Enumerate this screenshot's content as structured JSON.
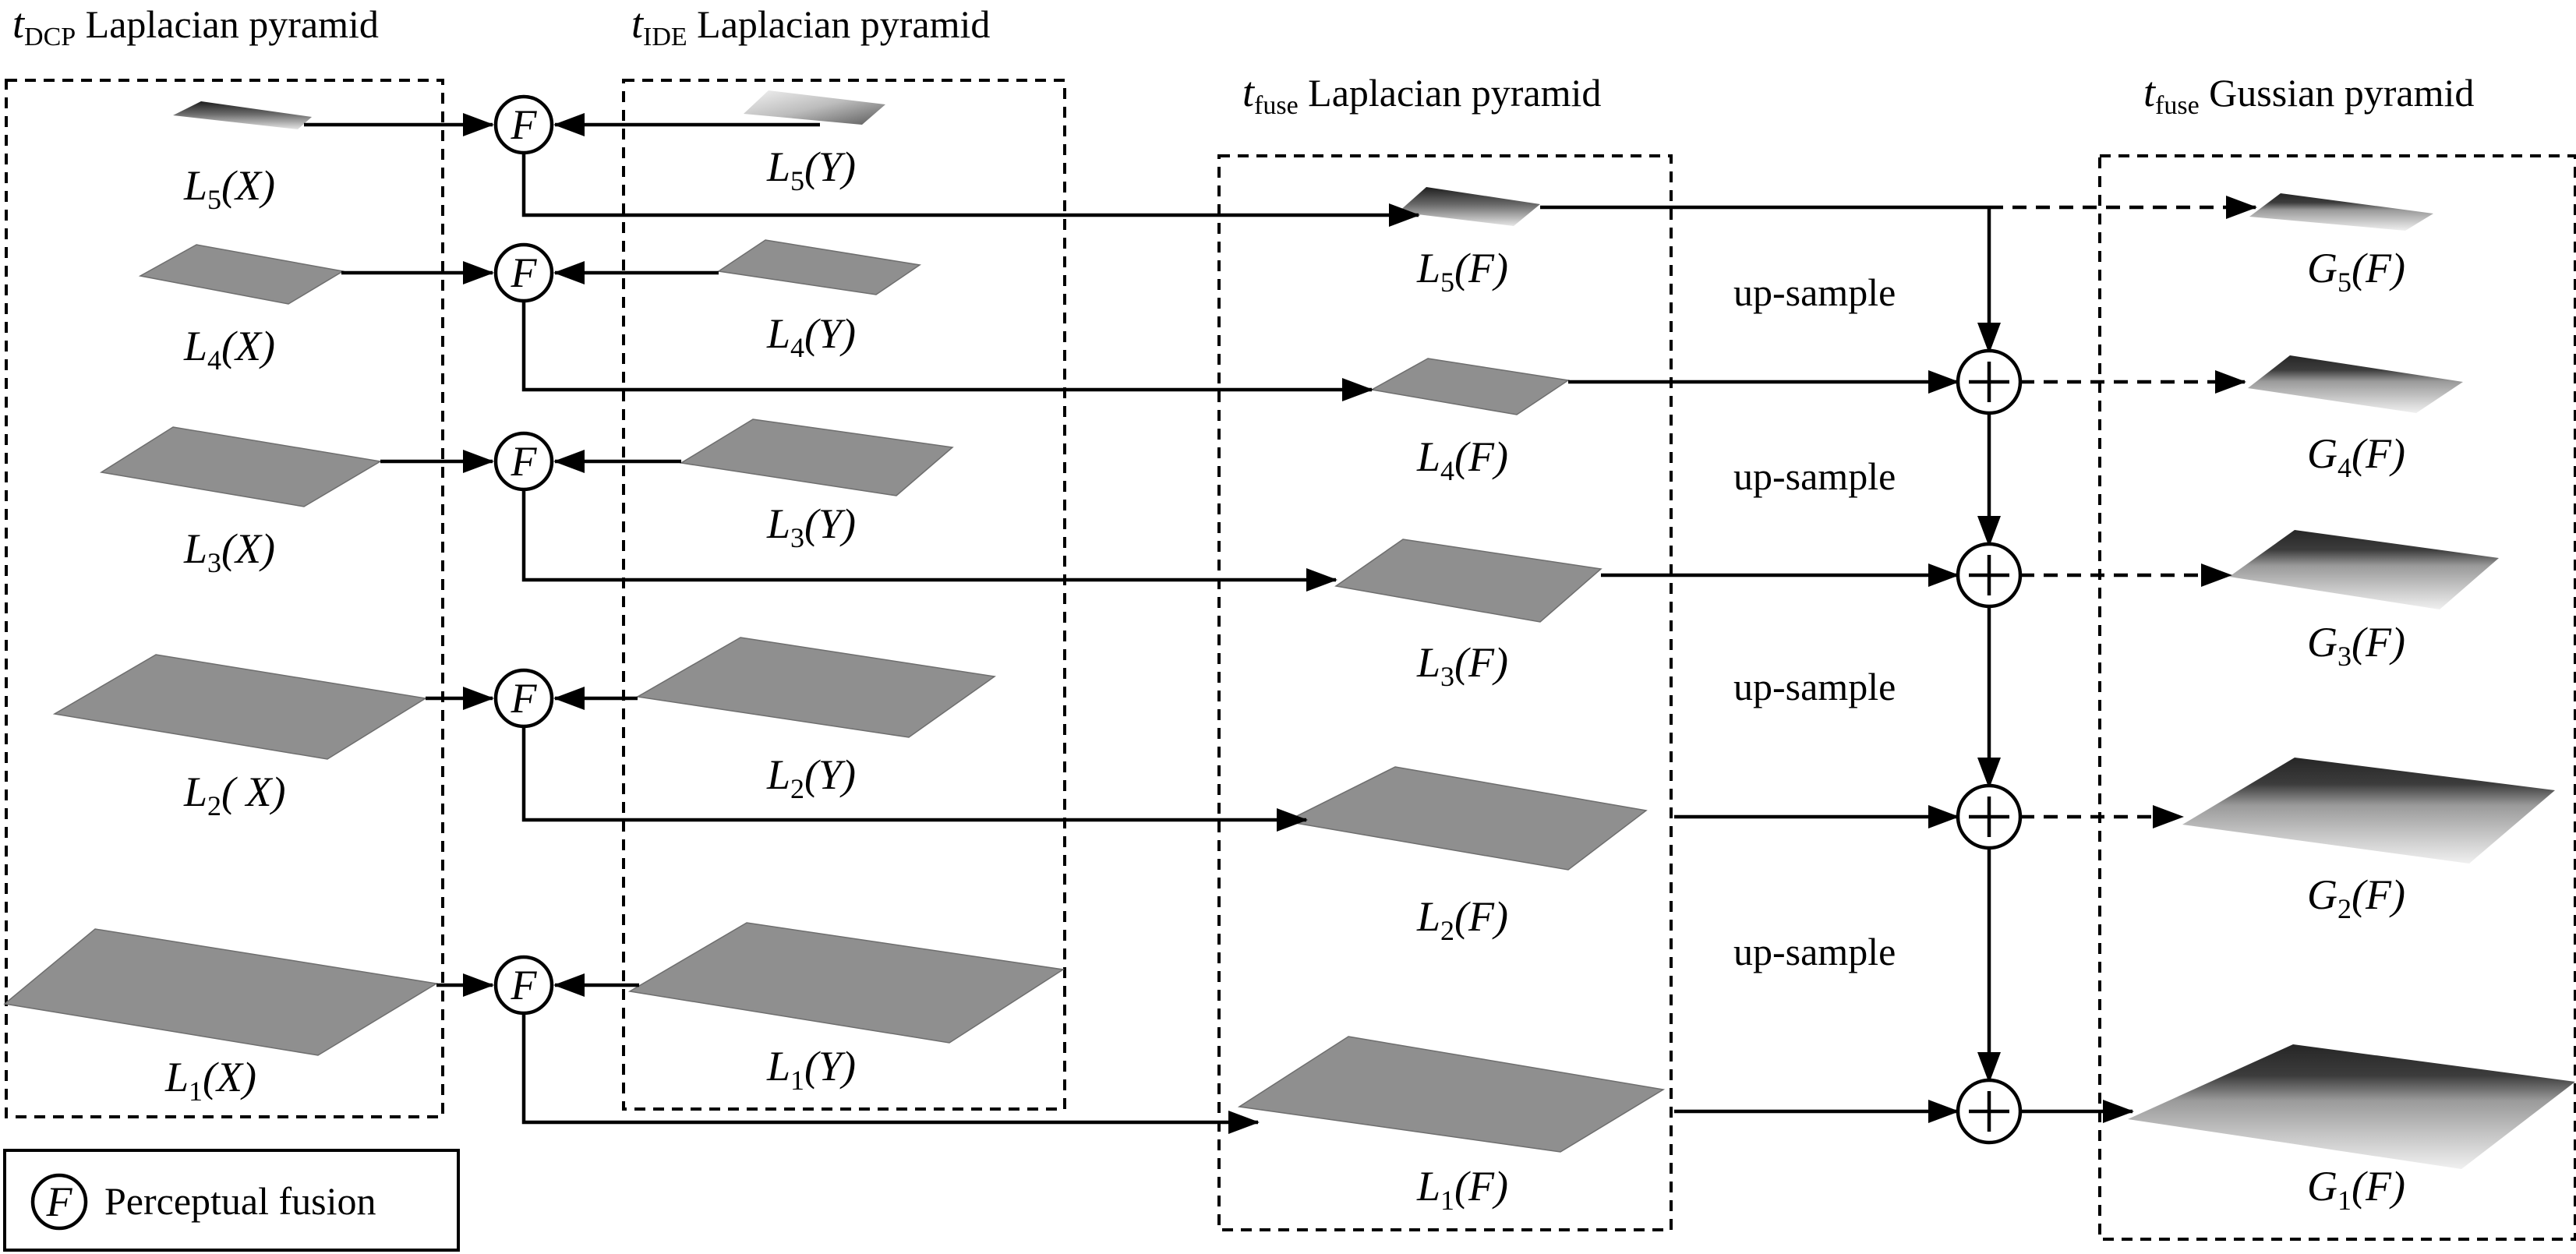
{
  "titles": {
    "dcp": {
      "italic": "t",
      "sub": "DCP",
      "rest": " Laplacian pyramid"
    },
    "ide": {
      "italic": "t",
      "sub": "IDE",
      "rest": " Laplacian pyramid"
    },
    "fuse_lap": {
      "italic": "t",
      "sub": "fuse",
      "rest": " Laplacian pyramid"
    },
    "fuse_gauss": {
      "italic": "t",
      "sub": "fuse",
      "rest": " Gussian pyramid"
    }
  },
  "levels": [
    {
      "dcp": {
        "name": "L",
        "sub": "5",
        "arg": "(X)"
      },
      "ide": {
        "name": "L",
        "sub": "5",
        "arg": "(Y)"
      },
      "fuse": {
        "name": "L",
        "sub": "5",
        "arg": "(F)"
      },
      "gauss": {
        "name": "G",
        "sub": "5",
        "arg": "(F)"
      }
    },
    {
      "dcp": {
        "name": "L",
        "sub": "4",
        "arg": "(X)"
      },
      "ide": {
        "name": "L",
        "sub": "4",
        "arg": "(Y)"
      },
      "fuse": {
        "name": "L",
        "sub": "4",
        "arg": "(F)"
      },
      "gauss": {
        "name": "G",
        "sub": "4",
        "arg": "(F)"
      }
    },
    {
      "dcp": {
        "name": "L",
        "sub": "3",
        "arg": "(X)"
      },
      "ide": {
        "name": "L",
        "sub": "3",
        "arg": "(Y)"
      },
      "fuse": {
        "name": "L",
        "sub": "3",
        "arg": "(F)"
      },
      "gauss": {
        "name": "G",
        "sub": "3",
        "arg": "(F)"
      }
    },
    {
      "dcp": {
        "name": "L",
        "sub": "2",
        "arg": "( X)"
      },
      "ide": {
        "name": "L",
        "sub": "2",
        "arg": "(Y)"
      },
      "fuse": {
        "name": "L",
        "sub": "2",
        "arg": "(F)"
      },
      "gauss": {
        "name": "G",
        "sub": "2",
        "arg": "(F)"
      }
    },
    {
      "dcp": {
        "name": "L",
        "sub": "1",
        "arg": "(X)"
      },
      "ide": {
        "name": "L",
        "sub": "1",
        "arg": "(Y)"
      },
      "fuse": {
        "name": "L",
        "sub": "1",
        "arg": "(F)"
      },
      "gauss": {
        "name": "G",
        "sub": "1",
        "arg": "(F)"
      }
    }
  ],
  "fusion_symbol": "F",
  "sum_symbol": "+",
  "upsample_label": "up-sample",
  "legend": {
    "symbol": "F",
    "text": "Perceptual fusion"
  },
  "colors": {
    "flat_layer": "#8f8f8f",
    "line": "#000000",
    "background": "#ffffff"
  }
}
